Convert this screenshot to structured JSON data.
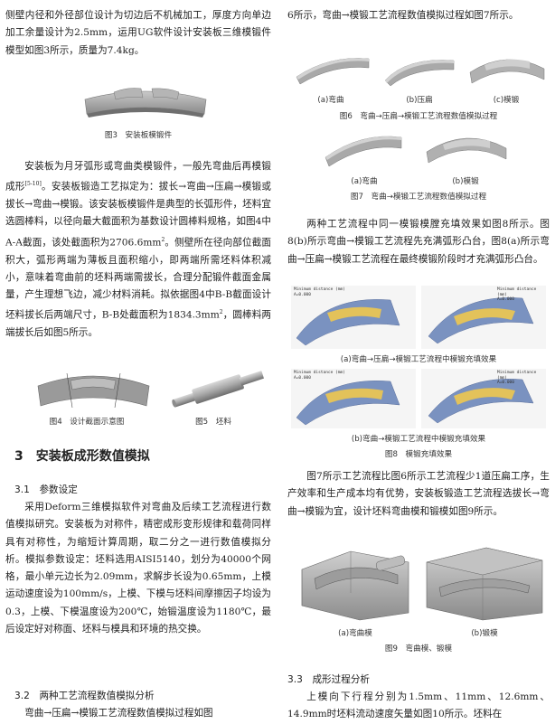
{
  "left_column": {
    "intro_paragraph": "侧壁内径和外径部位设计为切边后不机械加工，厚度方向单边加工余量设计为2.5mm，运用UG软件设计安装板三维模锻件模型如图3所示，质量为7.4kg。",
    "figure3_caption": "图3　安装板模锻件",
    "paragraph_process_a": "安装板为月牙弧形或弯曲类模锻件，一般先弯曲后再模锻成形",
    "paragraph_process_ref": "[5-10]",
    "paragraph_process_b": "。安装板锻造工艺拟定为：拔长→弯曲→压扁→模锻或拔长→弯曲→模锻。该安装板模锻件是典型的长弧形件，坯料宜选圆棒料，以径向最大截面积为基数设计圆棒料规格，如图4中A-A截面，该处截面积为2706.6mm",
    "paragraph_process_sup": "2",
    "paragraph_process_c": "。侧壁所在径向部位截面积大，弧形两端为薄板且面积缩小，即两端所需坯料体积减小，意味着弯曲前的坯料两端需拔长，合理分配锻件截面金属量，产生理想飞边，减少材料消耗。拟依据图4中B-B截面设计坯料拔长后两端尺寸，B-B处截面积为1834.3mm",
    "paragraph_process_d": "，圆棒料两端拔长后如图5所示。",
    "figure4_caption": "图4　设计截面示意图",
    "figure5_caption": "图5　坯料",
    "section3_title": "3　安装板成形数值模拟",
    "section31_title": "3.1　参数设定",
    "paragraph_params": "采用Deform三维模拟软件对弯曲及后续工艺流程进行数值模拟研究。安装板为对称件，精密成形变形规律和载荷同样具有对称性，为缩短计算周期，取二分之一进行数值模拟分析。模拟参数设定：坯料选用AISI5140，划分为40000个网格，最小单元边长为2.09mm，求解步长设为0.65mm，上模运动速度设为100mm/s，上模、下模与坯料间摩擦因子均设为0.3，上模、下模温度设为200℃，始锻温度设为1180℃，最后设定好对称面、坯料与模具和环境的热交换。",
    "section32_title": "3.2　两种工艺流程数值模拟分析",
    "paragraph_32_start": "弯曲→压扁→模锻工艺流程数值模拟过程如图"
  },
  "right_column": {
    "paragraph_fig6_intro": "6所示，弯曲→模锻工艺流程数值模拟过程如图7所示。",
    "fig6_sub_a": "(a)弯曲",
    "fig6_sub_b": "(b)压扁",
    "fig6_sub_c": "(c)模锻",
    "figure6_caption": "图6　弯曲→压扁→模锻工艺流程数值模拟过程",
    "fig7_sub_a": "(a)弯曲",
    "fig7_sub_b": "(b)模锻",
    "figure7_caption": "图7　弯曲→模锻工艺流程数值模拟过程",
    "paragraph_fill": "两种工艺流程中同一模锻模膛充填效果如图8所示。图8(b)所示弯曲→模锻工艺流程先充满弧形凸台，图8(a)所示弯曲→压扁→模锻工艺流程在最终模锻阶段时才充满弧形凸台。",
    "fig8_legend_title": "Minimum distance (mm)",
    "fig8_legend_a_label": "A=",
    "fig8_legend_a_value": "0.000",
    "fig8_sub_a": "(a)弯曲→压扁→模锻工艺流程中模锻充填效果",
    "fig8_sub_b": "(b)弯曲→模锻工艺流程中模锻充填效果",
    "figure8_caption": "图8　模锻充填效果",
    "paragraph_compare": "图7所示工艺流程比图6所示工艺流程少1道压扁工序，生产效率和生产成本均有优势，安装板锻造工艺流程选拔长→弯曲→模锻为宜，设计坯料弯曲模和锻模如图9所示。",
    "fig9_sub_a": "(a)弯曲模",
    "fig9_sub_b": "(b)锻模",
    "figure9_caption": "图9　弯曲模、锻模",
    "section33_title": "3.3　成形过程分析",
    "paragraph_33": "上模向下行程分别为1.5mm、11mm、12.6mm、14.9mm时坯料流动速度矢量如图10所示。坯料在"
  },
  "colors": {
    "text": "#222222",
    "part_gray": "#9a9a9a",
    "sim_blue": "#6a86b8",
    "sim_yellow": "#e3c25a"
  }
}
